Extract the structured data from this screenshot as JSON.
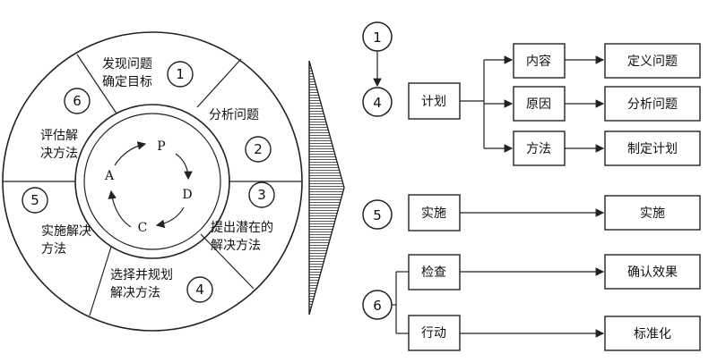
{
  "wheel": {
    "segments": [
      {
        "step": "1",
        "lines": [
          "发现问题",
          "确定目标"
        ]
      },
      {
        "step": "2",
        "lines": [
          "分析问题"
        ]
      },
      {
        "step": "3",
        "lines": [
          "提出潜在的",
          "解决方法"
        ]
      },
      {
        "step": "4",
        "lines": [
          "选择并规划",
          "解决方法"
        ]
      },
      {
        "step": "5",
        "lines": [
          "实施解决",
          "方法"
        ]
      },
      {
        "step": "6",
        "lines": [
          "评估解",
          "决方法"
        ]
      }
    ],
    "cycle": [
      "P",
      "D",
      "C",
      "A"
    ]
  },
  "flow": {
    "step_1": "1",
    "step_4": "4",
    "step_5": "5",
    "step_6": "6",
    "plan": "计划",
    "plan_items": [
      {
        "label": "内容",
        "result": "定义问题"
      },
      {
        "label": "原因",
        "result": "分析问题"
      },
      {
        "label": "方法",
        "result": "制定计划"
      }
    ],
    "do": {
      "label": "实施",
      "result": "实施"
    },
    "check": {
      "label": "检查",
      "result": "确认效果"
    },
    "act": {
      "label": "行动",
      "result": "标准化"
    }
  }
}
